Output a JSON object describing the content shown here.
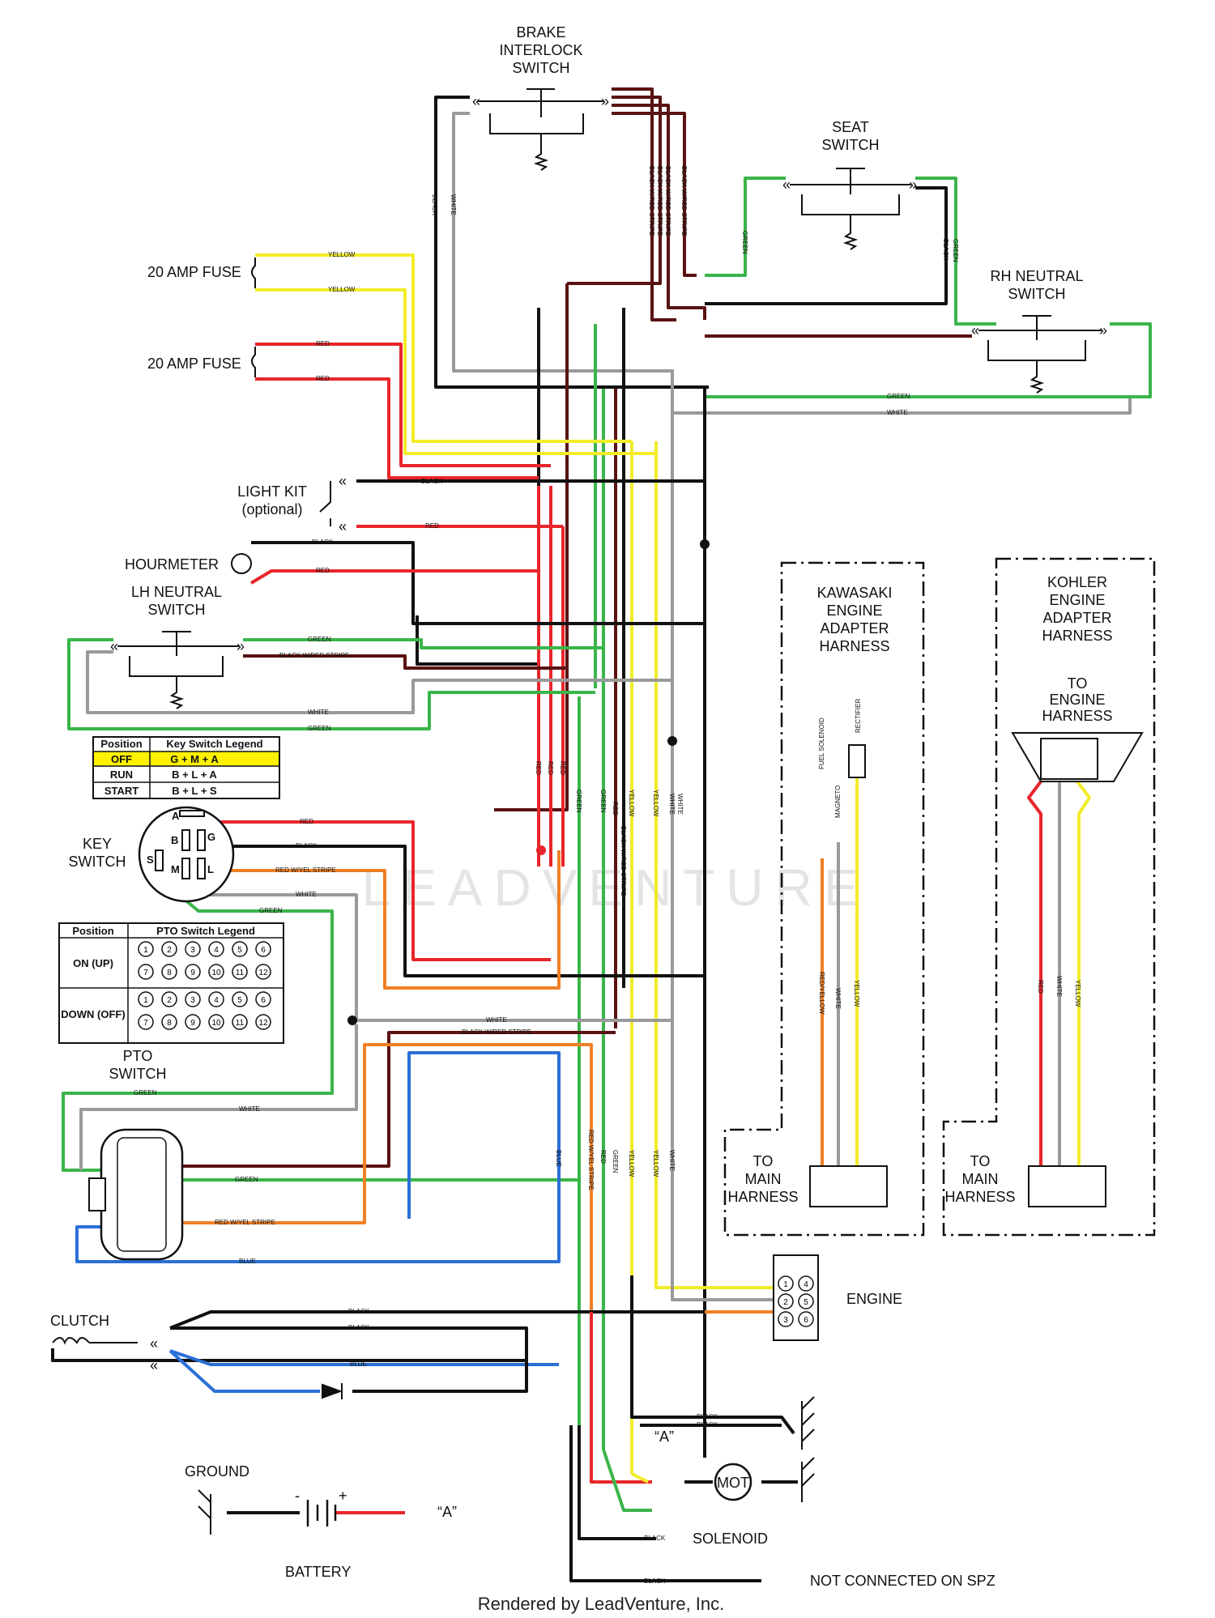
{
  "components": {
    "brake_interlock_switch": [
      "BRAKE",
      "INTERLOCK",
      "SWITCH"
    ],
    "seat_switch": [
      "SEAT",
      "SWITCH"
    ],
    "rh_neutral_switch": [
      "RH NEUTRAL",
      "SWITCH"
    ],
    "fuse_yellow": "20 AMP FUSE",
    "fuse_red": "20 AMP FUSE",
    "light_kit": [
      "LIGHT KIT",
      "(optional)"
    ],
    "hourmeter": "HOURMETER",
    "lh_neutral_switch": [
      "LH NEUTRAL",
      "SWITCH"
    ],
    "key_switch": [
      "KEY",
      "SWITCH"
    ],
    "pto_switch": [
      "PTO",
      "SWITCH"
    ],
    "clutch": "CLUTCH",
    "engine": "ENGINE",
    "ground": "GROUND",
    "battery": "BATTERY",
    "solenoid": "SOLENOID",
    "motor": "MOT",
    "not_connected": "NOT CONNECTED ON SPZ",
    "a_ref": "“A”",
    "footer": "Rendered by LeadVenture, Inc.",
    "watermark": "LEADVENTURE"
  },
  "key_switch_legend": {
    "headers": [
      "Position",
      "Key Switch Legend"
    ],
    "rows": [
      {
        "position": "OFF",
        "legend": "G + M + A",
        "highlight": true
      },
      {
        "position": "RUN",
        "legend": "B + L + A",
        "highlight": false
      },
      {
        "position": "START",
        "legend": "B + L + S",
        "highlight": false
      }
    ],
    "terminals": [
      "A",
      "B",
      "G",
      "S",
      "M",
      "L"
    ]
  },
  "pto_switch_legend": {
    "headers": [
      "Position",
      "PTO Switch Legend"
    ],
    "rows": [
      {
        "position": "ON (UP)"
      },
      {
        "position": "DOWN (OFF)"
      }
    ],
    "pins": [
      "1",
      "2",
      "3",
      "4",
      "5",
      "6",
      "7",
      "8",
      "9",
      "10",
      "11",
      "12"
    ]
  },
  "kawasaki_harness": {
    "title": [
      "KAWASAKI",
      "ENGINE",
      "ADAPTER",
      "HARNESS"
    ],
    "wires": [
      "FUEL SOLENOID",
      "MAGNETO",
      "RECTIFIER"
    ],
    "wire_colors": [
      "RED/YELLOW",
      "WHITE",
      "YELLOW"
    ],
    "to_main": [
      "TO",
      "MAIN",
      "HARNESS"
    ]
  },
  "kohler_harness": {
    "title": [
      "KOHLER",
      "ENGINE",
      "ADAPTER",
      "HARNESS"
    ],
    "to_engine": [
      "TO",
      "ENGINE",
      "HARNESS"
    ],
    "wire_colors": [
      "RED",
      "WHITE",
      "YELLOW"
    ],
    "to_main": [
      "TO",
      "MAIN",
      "HARNESS"
    ]
  },
  "engine_connector_pins": [
    "1",
    "2",
    "3",
    "4",
    "5",
    "6"
  ],
  "wire_labels": {
    "black": "BLACK",
    "white": "WHITE",
    "red": "RED",
    "yellow": "YELLOW",
    "green": "GREEN",
    "blue": "BLUE",
    "black_red_stripe": "BLACK W/RED STRIPE",
    "red_yel_stripe": "RED W/YEL STRIPE",
    "black_red_stripe_alt": "BLACK W/RED STRIPE"
  },
  "battery_polarity": [
    "-",
    "+"
  ],
  "colors": {
    "black": "#111111",
    "red": "#e8262b",
    "yellow": "#f2ec2a",
    "green": "#3ab54a",
    "white_wire": "#9a9a9a",
    "blue": "#2a6fd6",
    "orange": "#f07f24",
    "dark_red": "#5a1212",
    "legend_highlight": "#fff200"
  }
}
